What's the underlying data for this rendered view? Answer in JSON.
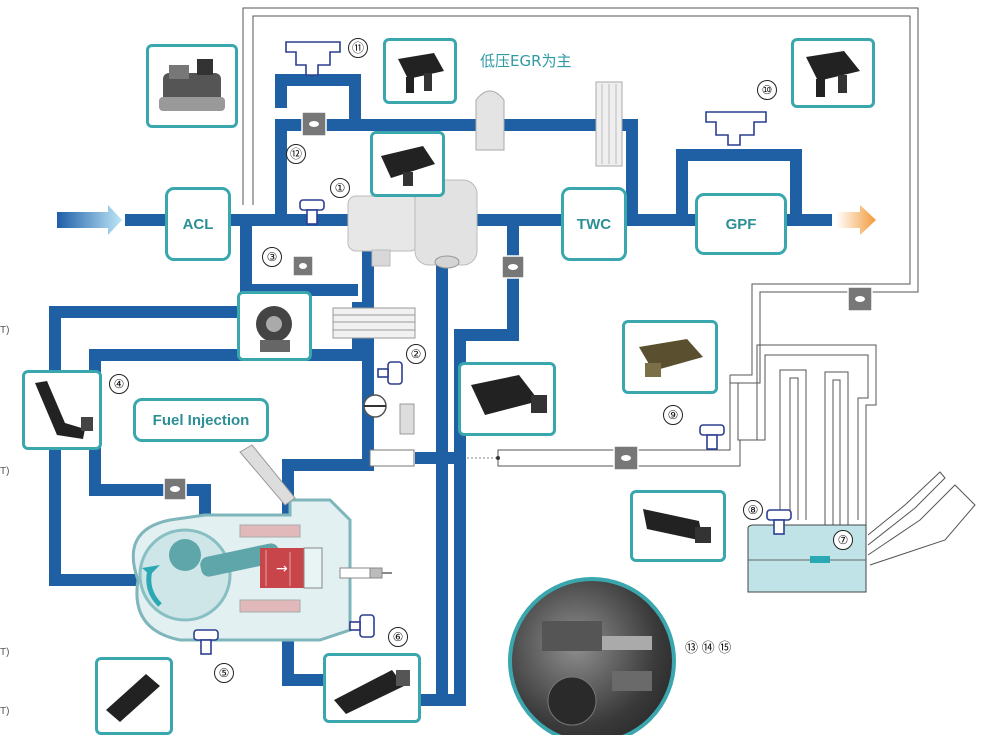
{
  "diagram_title": "低压EGR为主",
  "components": {
    "acl": "ACL",
    "twc": "TWC",
    "gpf": "GPF",
    "fuel_injection": "Fuel Injection"
  },
  "sensor_numbers": [
    "①",
    "②",
    "③",
    "④",
    "⑤",
    "⑥",
    "⑦",
    "⑧",
    "⑨",
    "⑩",
    "⑪",
    "⑫"
  ],
  "multi_label": "⑬ ⑭ ⑮",
  "edge_fragment": "T)",
  "colors": {
    "pipe": "#1f5fa3",
    "pipe_light": "#d8e9f1",
    "accent": "#3aa7ae",
    "exhaust_out": "#f39a3b",
    "intake_in": "#2b86c8",
    "piston": "#c8464a",
    "tank": "#bfe3e6"
  }
}
